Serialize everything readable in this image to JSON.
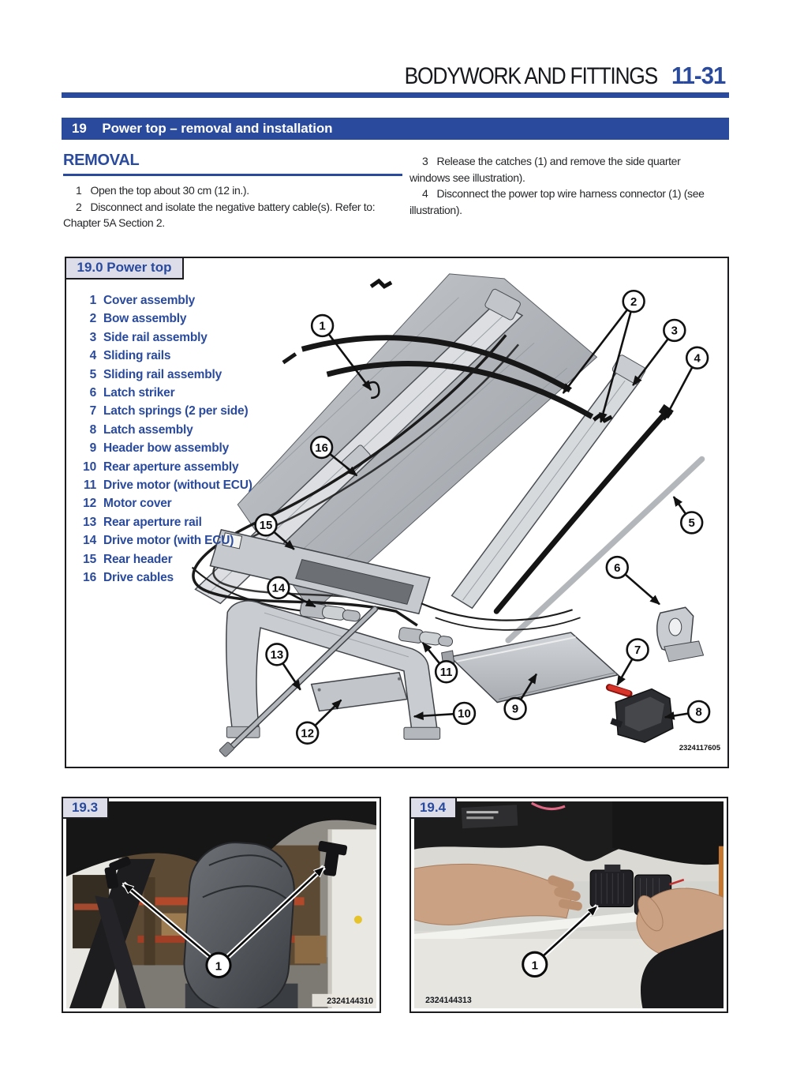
{
  "header": {
    "title": "BODYWORK AND FITTINGS",
    "page_number": "11-31"
  },
  "banner": {
    "number": "19",
    "title": "Power top – removal and installation"
  },
  "removal": {
    "heading": "REMOVAL",
    "steps": [
      {
        "num": "1",
        "text": "Open the top about 30 cm (12 in.)."
      },
      {
        "num": "2",
        "text": "Disconnect and isolate the negative battery cable(s). Refer to: Chapter 5A Section 2."
      },
      {
        "num": "3",
        "text": "Release the catches (1) and remove the side quarter windows see illustration)."
      },
      {
        "num": "4",
        "text": "Disconnect the power top wire harness connector (1) (see illustration)."
      }
    ]
  },
  "figure_19_0": {
    "label": "19.0 Power top",
    "figure_id": "2324117605",
    "parts": [
      {
        "num": "1",
        "name": "Cover assembly"
      },
      {
        "num": "2",
        "name": "Bow assembly"
      },
      {
        "num": "3",
        "name": "Side rail assembly"
      },
      {
        "num": "4",
        "name": "Sliding rails"
      },
      {
        "num": "5",
        "name": "Sliding rail assembly"
      },
      {
        "num": "6",
        "name": "Latch striker"
      },
      {
        "num": "7",
        "name": "Latch springs (2 per side)"
      },
      {
        "num": "8",
        "name": "Latch assembly"
      },
      {
        "num": "9",
        "name": "Header bow assembly"
      },
      {
        "num": "10",
        "name": "Rear aperture assembly"
      },
      {
        "num": "11",
        "name": "Drive motor (without ECU)"
      },
      {
        "num": "12",
        "name": "Motor cover"
      },
      {
        "num": "13",
        "name": "Rear aperture rail"
      },
      {
        "num": "14",
        "name": "Drive motor (with ECU)"
      },
      {
        "num": "15",
        "name": "Rear header"
      },
      {
        "num": "16",
        "name": "Drive cables"
      }
    ],
    "callouts": [
      "1",
      "2",
      "3",
      "4",
      "5",
      "6",
      "7",
      "8",
      "9",
      "10",
      "11",
      "12",
      "13",
      "14",
      "15",
      "16"
    ]
  },
  "figure_19_3": {
    "label": "19.3",
    "photo_id": "2324144310",
    "callout": "1"
  },
  "figure_19_4": {
    "label": "19.4",
    "photo_id": "2324144313",
    "callout": "1"
  },
  "colors": {
    "accent_blue": "#2a4a9d",
    "part7_red": "#d8352a"
  }
}
